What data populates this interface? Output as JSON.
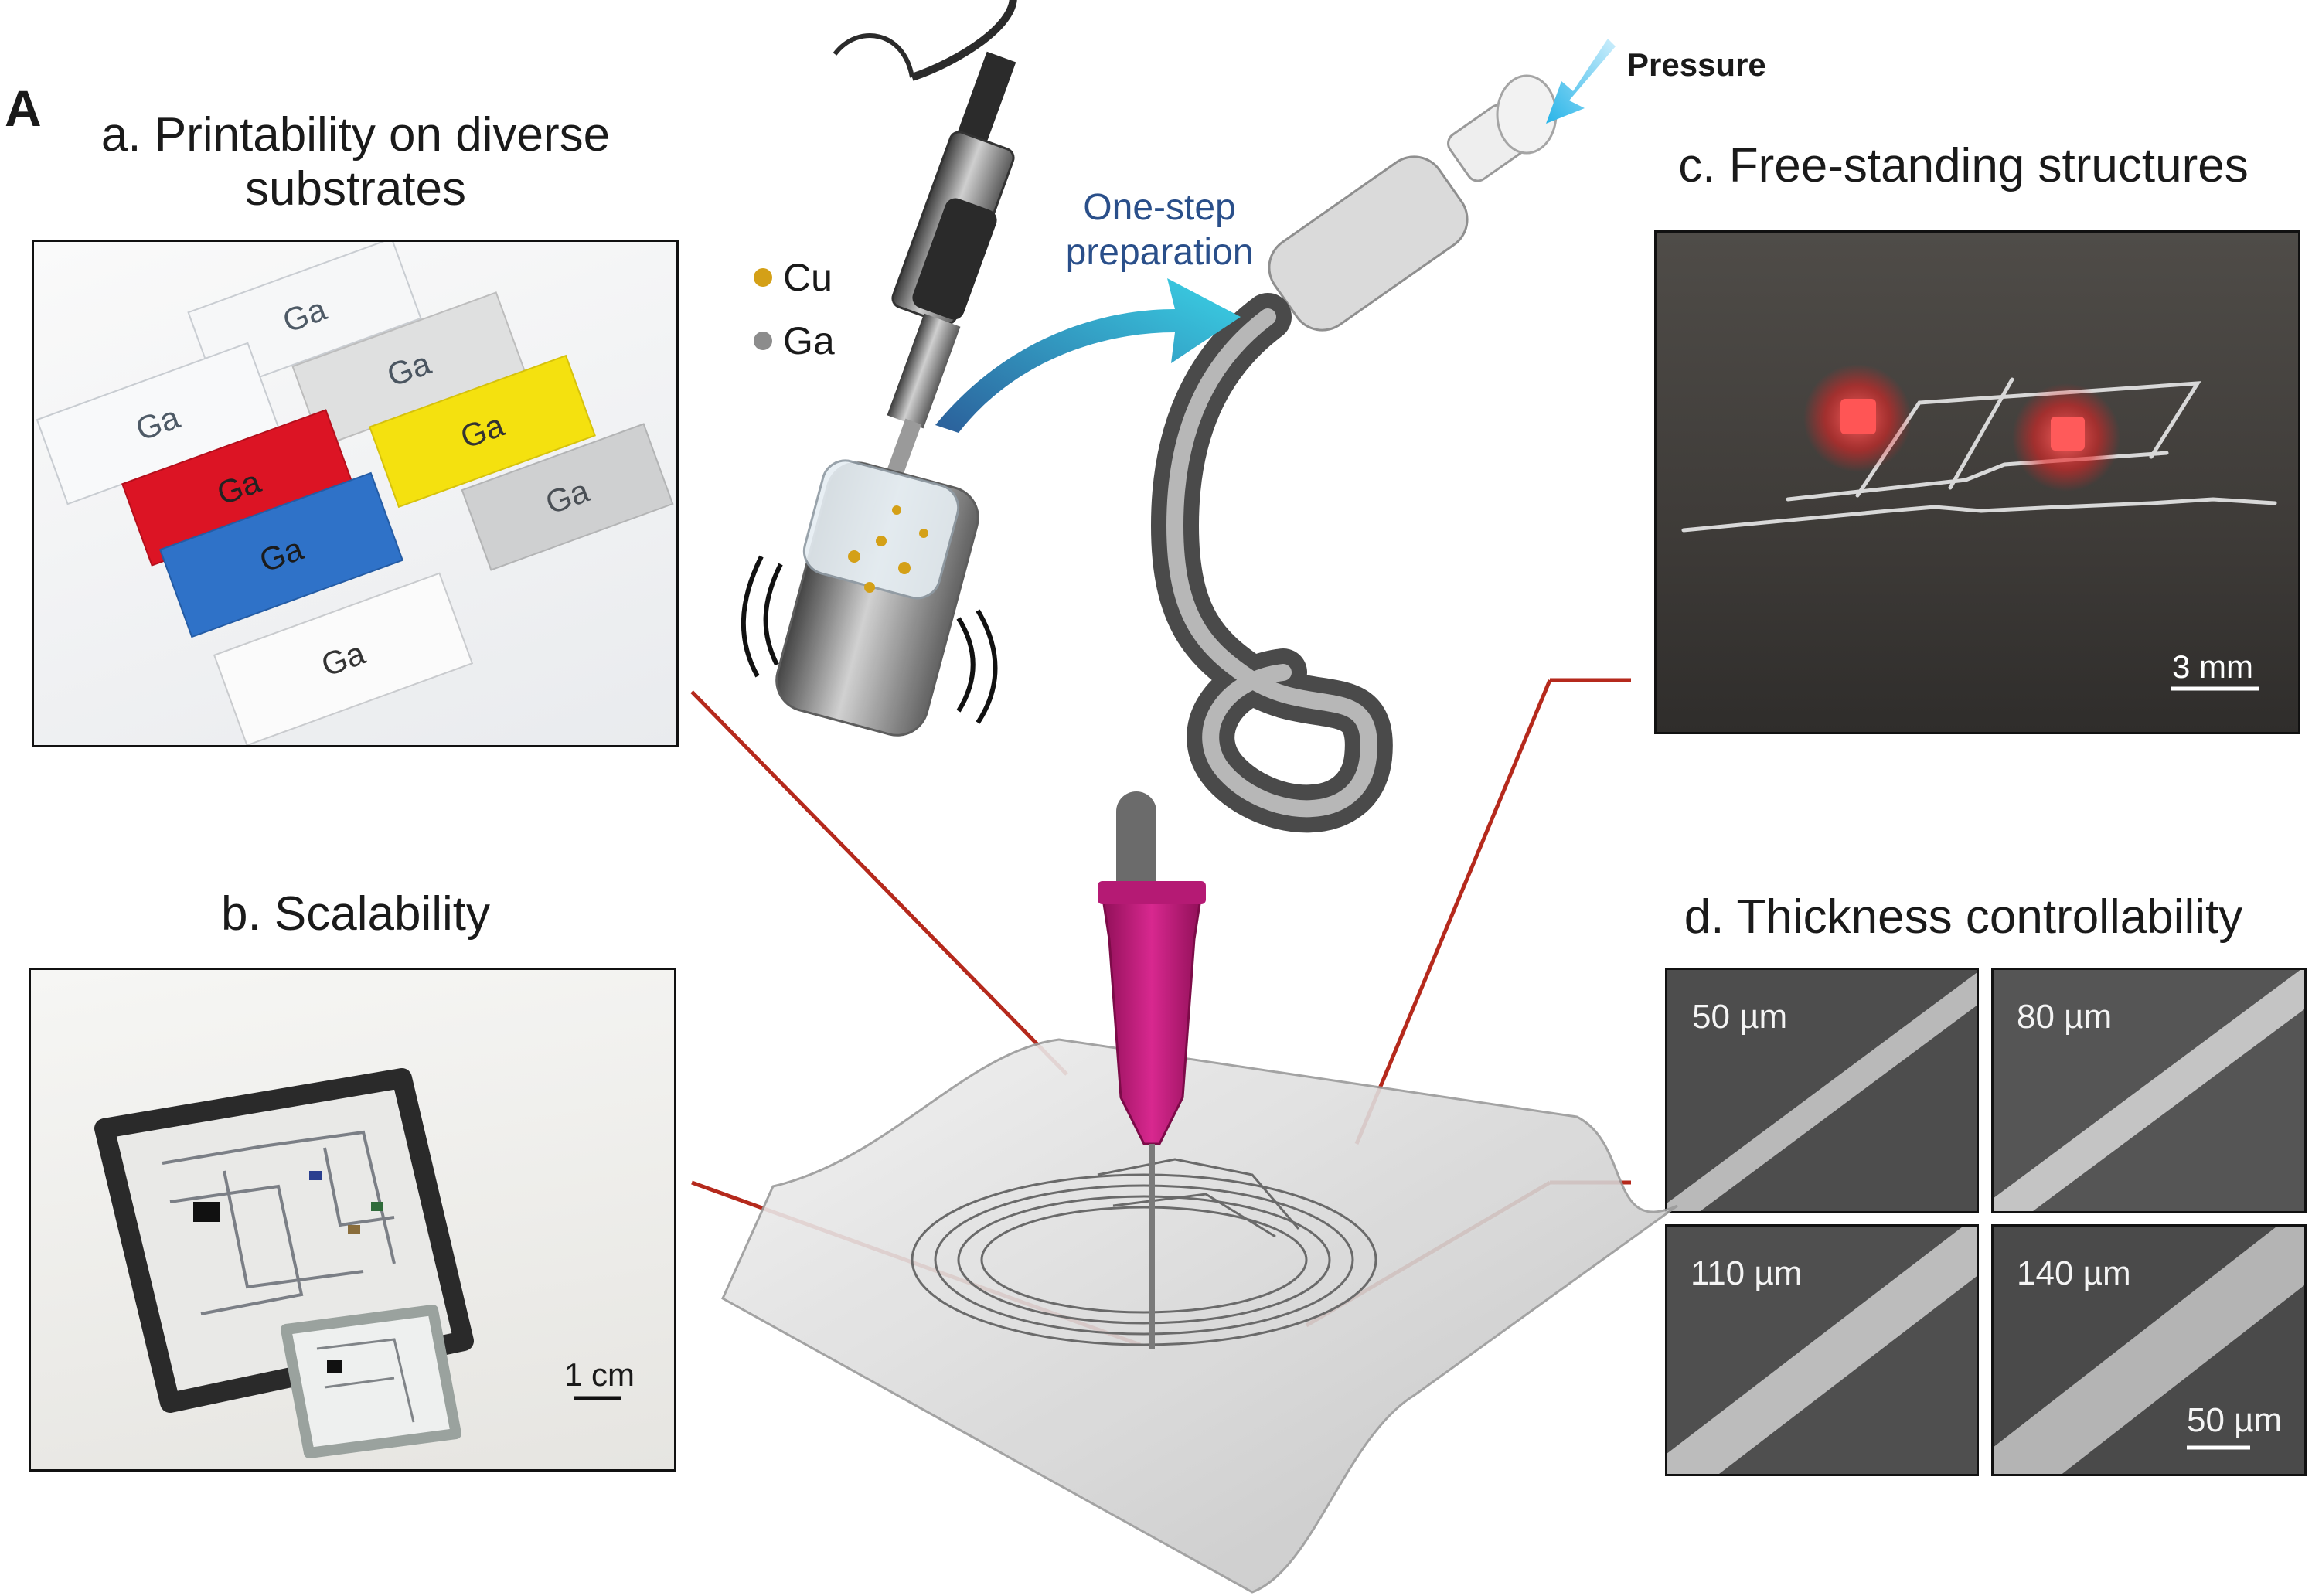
{
  "figure": {
    "panel_letter": "A",
    "panels": {
      "a": {
        "title_line1": "a. Printability on diverse",
        "title_line2": "substrates",
        "strip_label": "Ga"
      },
      "b": {
        "title": "b. Scalability",
        "scale_bar": "1 cm"
      },
      "c": {
        "title": "c. Free-standing structures",
        "scale_bar": "3 mm"
      },
      "d": {
        "title": "d. Thickness controllability",
        "thicknesses": [
          "50 µm",
          "80 µm",
          "110 µm",
          "140 µm"
        ],
        "scale_bar": "50 µm"
      }
    },
    "center": {
      "legend": [
        {
          "label": "Cu",
          "color": "#d4a017"
        },
        {
          "label": "Ga",
          "color": "#8c8c8c"
        }
      ],
      "arrow_label_line1": "One-step",
      "arrow_label_line2": "preparation",
      "pressure_label": "Pressure"
    },
    "colors": {
      "leader_line": "#b5291c",
      "arrow_label": "#2a4f8a",
      "pressure_arrow": "#27b4e8",
      "nozzle": "#c2187a"
    }
  }
}
